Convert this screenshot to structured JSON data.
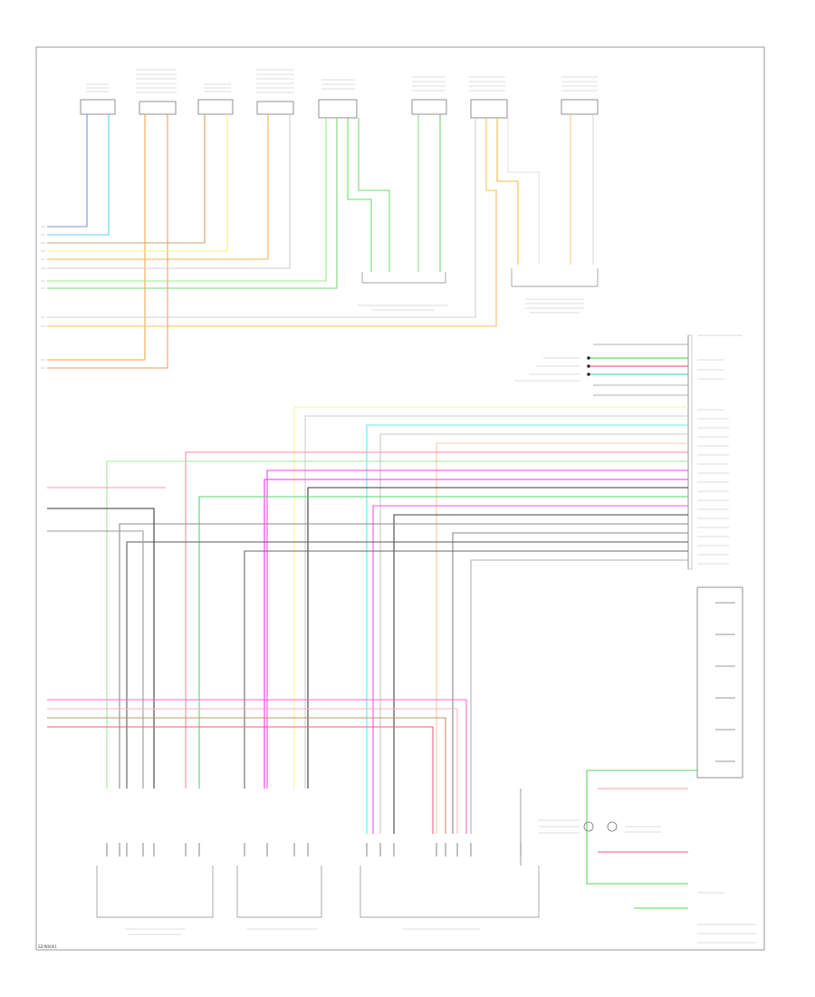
{
  "diagram_code": "SZ/W0001",
  "components": {
    "speakers": [
      {
        "id": "spk-rf",
        "label": "",
        "pins": [
          "",
          ""
        ]
      },
      {
        "id": "spk-lf-door",
        "label": "",
        "pins": [
          "",
          ""
        ]
      },
      {
        "id": "spk-lf",
        "label": "",
        "pins": [
          "",
          ""
        ]
      },
      {
        "id": "spk-lr-door",
        "label": "",
        "pins": [
          "",
          ""
        ]
      },
      {
        "id": "spk-rr",
        "label": "",
        "pins": [
          "",
          ""
        ]
      },
      {
        "id": "spk-rf2",
        "label": "",
        "pins": [
          "",
          ""
        ]
      },
      {
        "id": "spk-lr",
        "label": "",
        "pins": [
          "",
          ""
        ]
      },
      {
        "id": "spk-lr2",
        "label": "",
        "pins": [
          "",
          ""
        ]
      }
    ],
    "subwoofer_1": "",
    "subwoofer_2": "",
    "rear_seat_entertainment": "",
    "audio_amp_adapter": "",
    "vehicle_controller": "",
    "steering_controls_1": "",
    "steering_controls_2": "",
    "steering_resistor": ""
  },
  "left_wire_labels": [
    "",
    "",
    "",
    "",
    "",
    "",
    "",
    "",
    "",
    "",
    "",
    "",
    "",
    ""
  ],
  "right_connector_labels": [
    "",
    "",
    "",
    "",
    "",
    "",
    "",
    "",
    "",
    "",
    "",
    "",
    "",
    "",
    "",
    "",
    "",
    ""
  ],
  "bottom_pin_labels": [
    "",
    "",
    "",
    "",
    "",
    "",
    "",
    "",
    "",
    "",
    ""
  ]
}
